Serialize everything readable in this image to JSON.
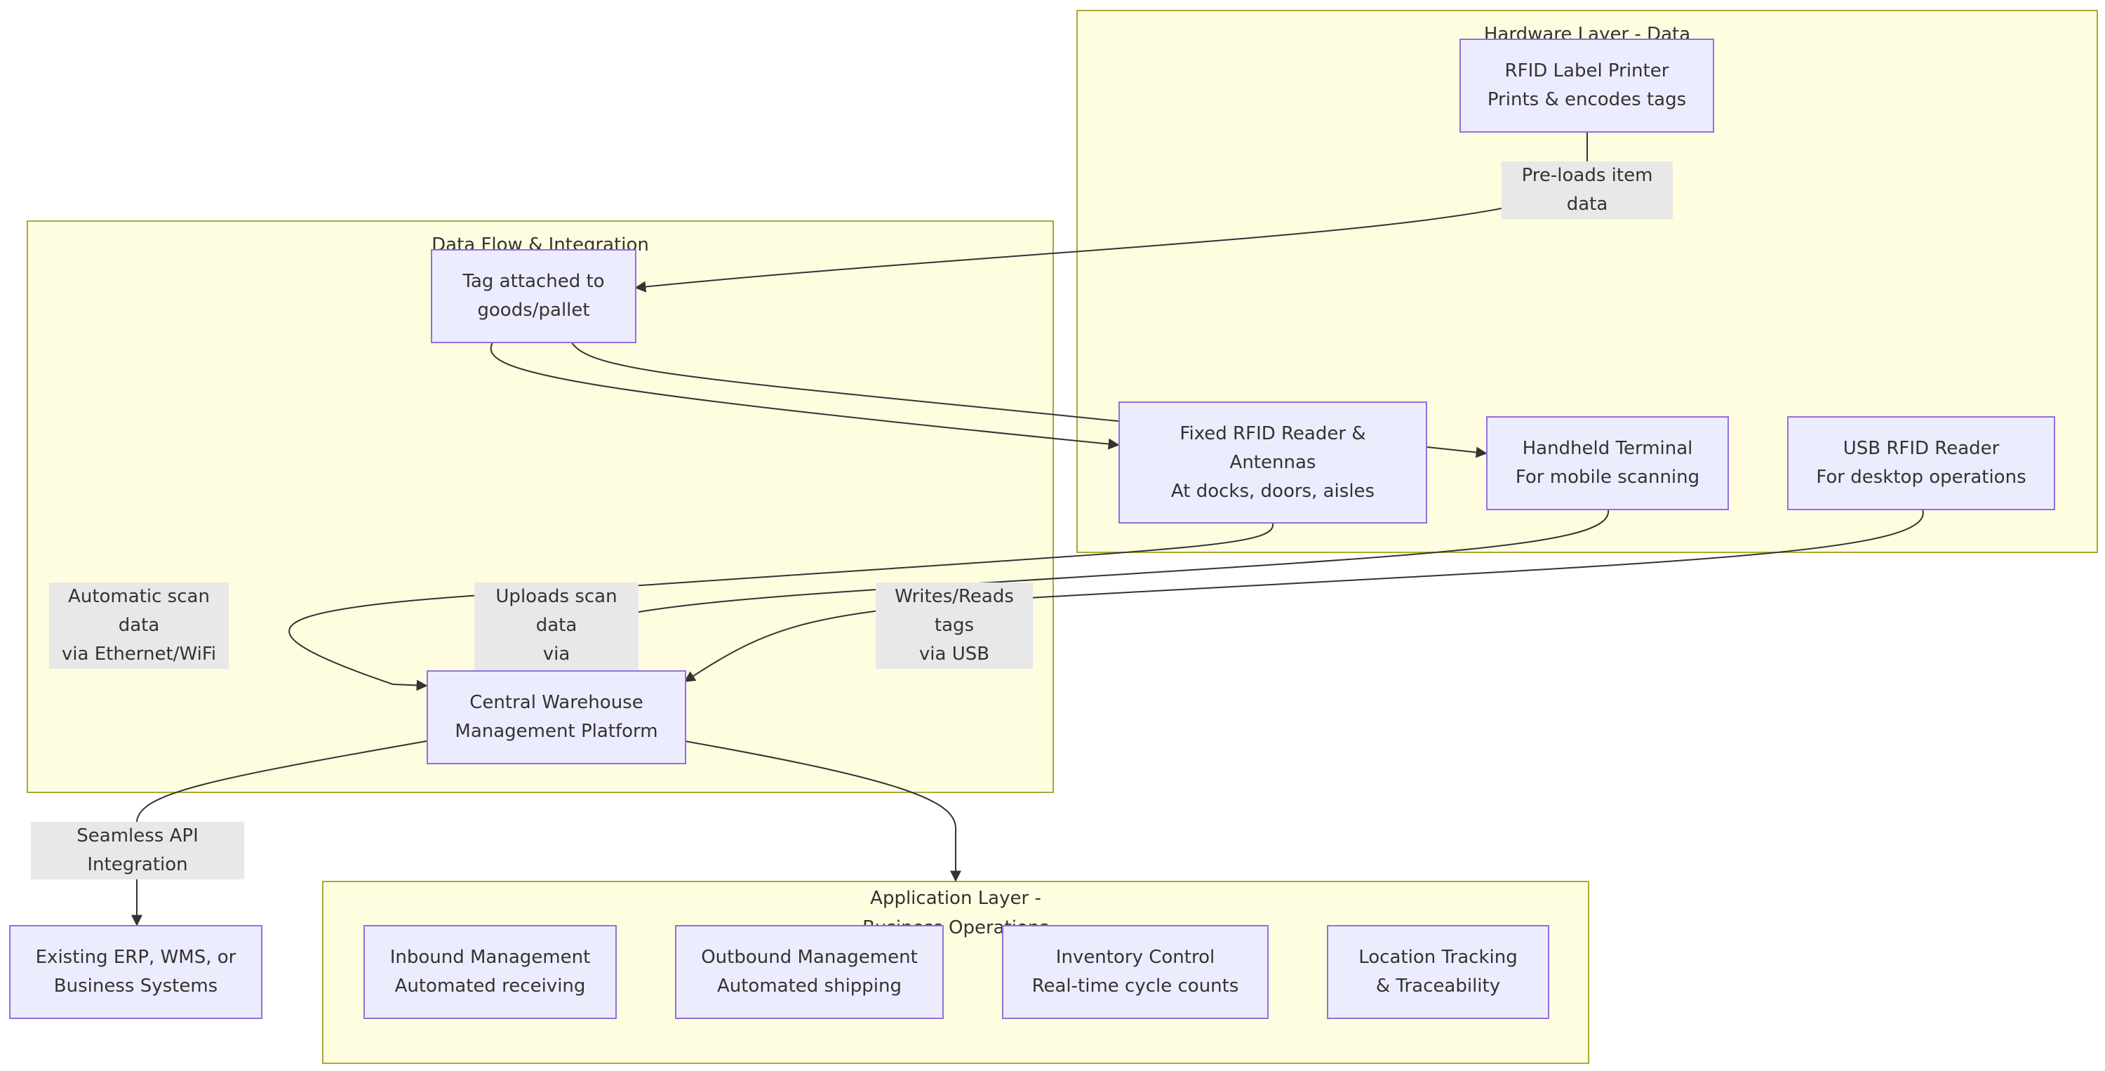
{
  "colors": {
    "cluster_fill": "#fffde0",
    "cluster_border": "#aaaa33",
    "node_fill": "#ececff",
    "node_border": "#9370db",
    "edge": "#333333",
    "edge_label_bg": "#e8e8e8"
  },
  "clusters": {
    "hardware": "Hardware Layer - Data",
    "dataflow": "Data Flow & Integration",
    "application": "Application Layer -\nBusiness Operations"
  },
  "nodes": {
    "printer": "RFID Label Printer\nPrints & encodes tags",
    "tag": "Tag attached to\ngoods/pallet",
    "fixed_reader": "Fixed RFID Reader &\nAntennas\nAt docks, doors, aisles",
    "handheld": "Handheld Terminal\nFor mobile scanning",
    "usb_reader": "USB RFID Reader\nFor desktop operations",
    "platform": "Central Warehouse\nManagement Platform",
    "erp": "Existing ERP, WMS, or\nBusiness Systems",
    "inbound": "Inbound Management\nAutomated receiving",
    "outbound": "Outbound Management\nAutomated shipping",
    "inventory": "Inventory Control\nReal-time cycle counts",
    "location": "Location Tracking\n& Traceability"
  },
  "edge_labels": {
    "preloads": "Pre-loads item data",
    "automatic": "Automatic scan data\nvia Ethernet/WiFi",
    "uploads": "Uploads scan data\nvia WiFi/Bluetooth",
    "writes": "Writes/Reads tags\nvia USB",
    "api": "Seamless API Integration"
  }
}
